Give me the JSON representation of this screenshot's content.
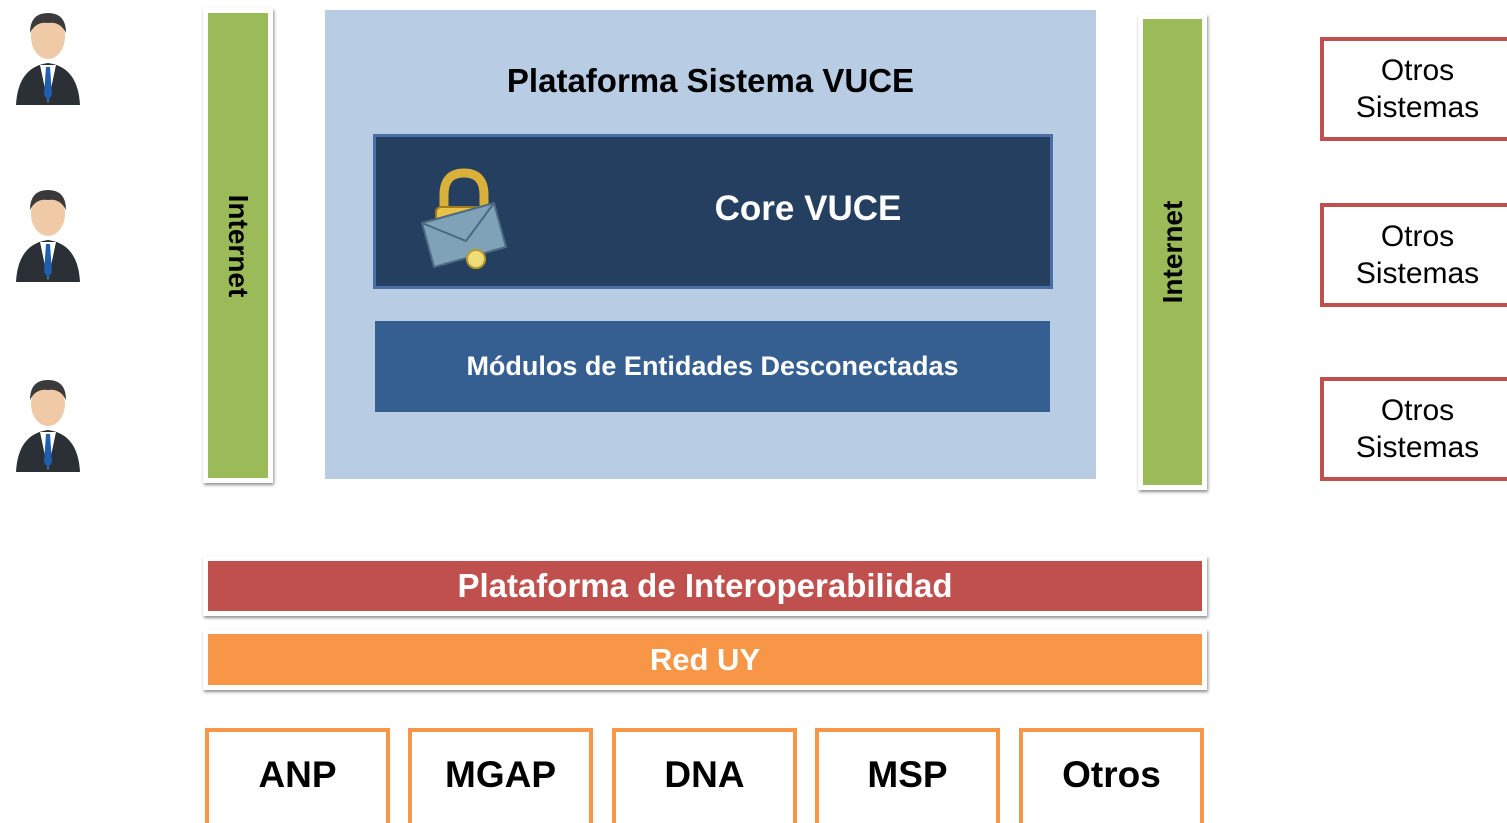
{
  "platform": {
    "title": "Plataforma Sistema VUCE",
    "core_label": "Core VUCE",
    "modules_label": "Módulos de Entidades Desconectadas"
  },
  "internet_left": "Internet",
  "internet_right": "Internet",
  "other_systems": [
    {
      "line1": "Otros",
      "line2": "Sistemas"
    },
    {
      "line1": "Otros",
      "line2": "Sistemas"
    },
    {
      "line1": "Otros",
      "line2": "Sistemas"
    }
  ],
  "interop_label": "Plataforma de Interoperabilidad",
  "red_label": "Red UY",
  "entities": [
    "ANP",
    "MGAP",
    "DNA",
    "MSP",
    "Otros"
  ],
  "icons": {
    "user": "user-businessman-icon",
    "core": "lock-envelope-icon"
  },
  "colors": {
    "internet": "#9bbb59",
    "platform_bg": "#b8cce4",
    "core_bg": "#243f60",
    "modules_bg": "#365f91",
    "interop": "#c0504d",
    "red_uy": "#f79646"
  }
}
